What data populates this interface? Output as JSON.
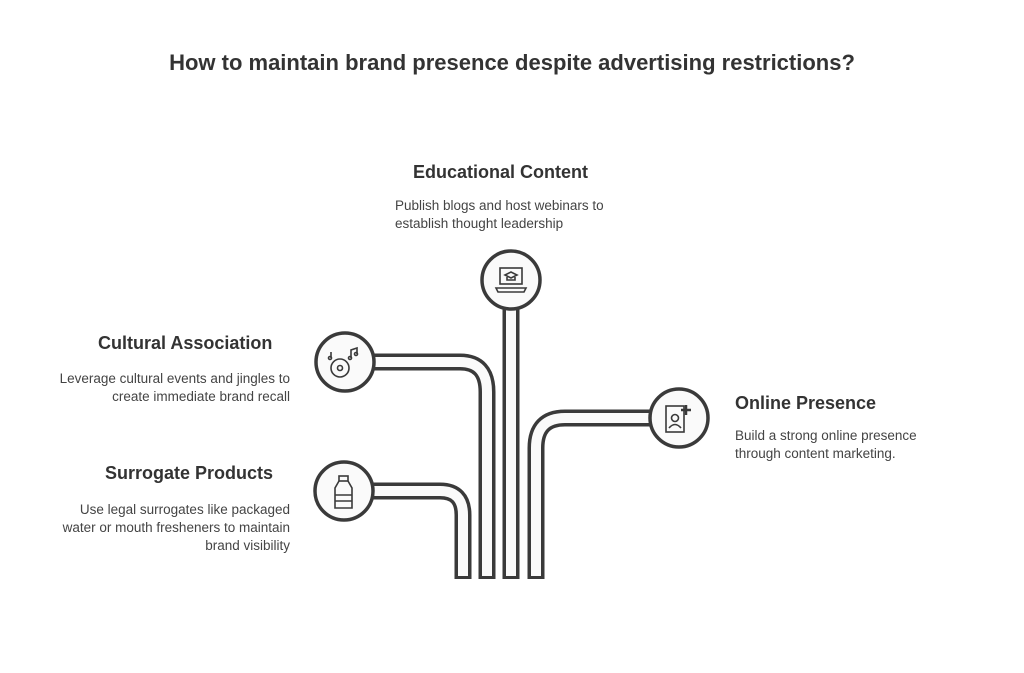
{
  "title": "How to maintain brand presence despite advertising restrictions?",
  "items": [
    {
      "heading": "Educational Content",
      "description": "Publish blogs and host webinars to establish thought leadership",
      "icon": "laptop-graduation-icon"
    },
    {
      "heading": "Cultural Association",
      "description": "Leverage cultural events and jingles to create immediate brand recall",
      "icon": "music-disc-icon"
    },
    {
      "heading": "Online Presence",
      "description": "Build a strong online presence through content marketing.",
      "icon": "profile-add-icon"
    },
    {
      "heading": "Surrogate Products",
      "description": "Use legal surrogates like packaged water or mouth fresheners to maintain brand visibility",
      "icon": "bottle-icon"
    }
  ],
  "colors": {
    "stroke": "#3a3a3a",
    "fill": "#fafafa"
  }
}
